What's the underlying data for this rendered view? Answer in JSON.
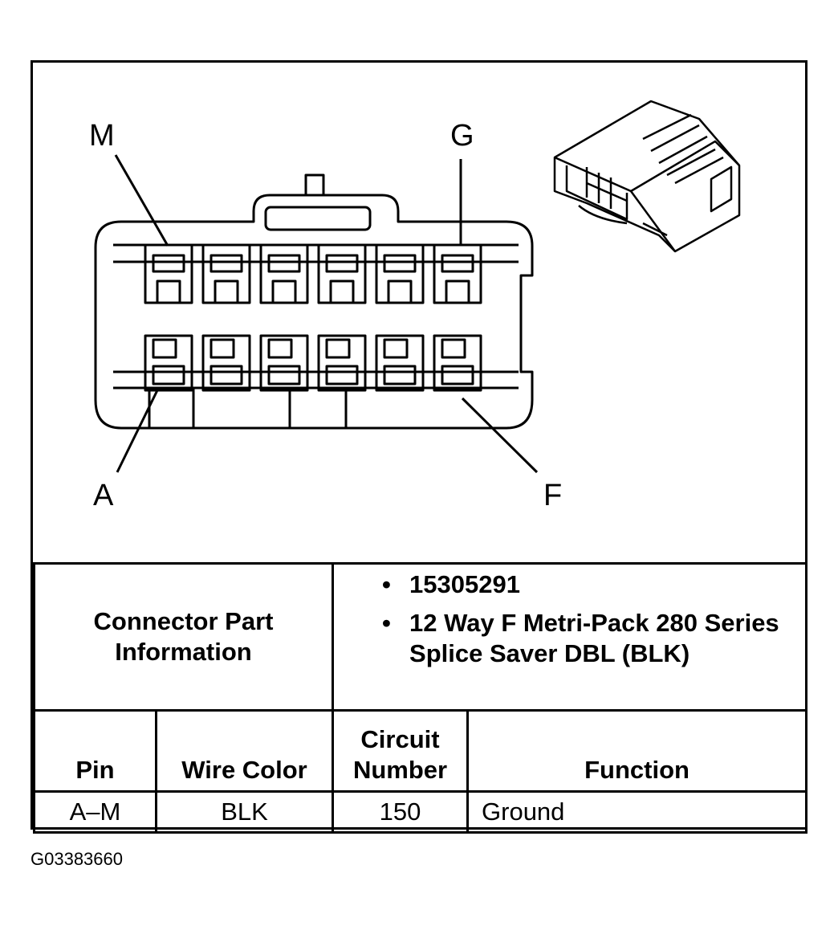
{
  "connector": {
    "pin_labels": {
      "top_left": "M",
      "top_right": "G",
      "bottom_left": "A",
      "bottom_right": "F"
    }
  },
  "part_info": {
    "label": "Connector Part Information",
    "items": [
      "15305291",
      "12 Way F Metri-Pack 280 Series Splice Saver DBL (BLK)"
    ]
  },
  "table": {
    "headers": [
      "Pin",
      "Wire Color",
      "Circuit Number",
      "Function"
    ],
    "rows": [
      {
        "pin": "A–M",
        "wire_color": "BLK",
        "circuit_number": "150",
        "function": "Ground"
      }
    ]
  },
  "figure_id": "G03383660"
}
